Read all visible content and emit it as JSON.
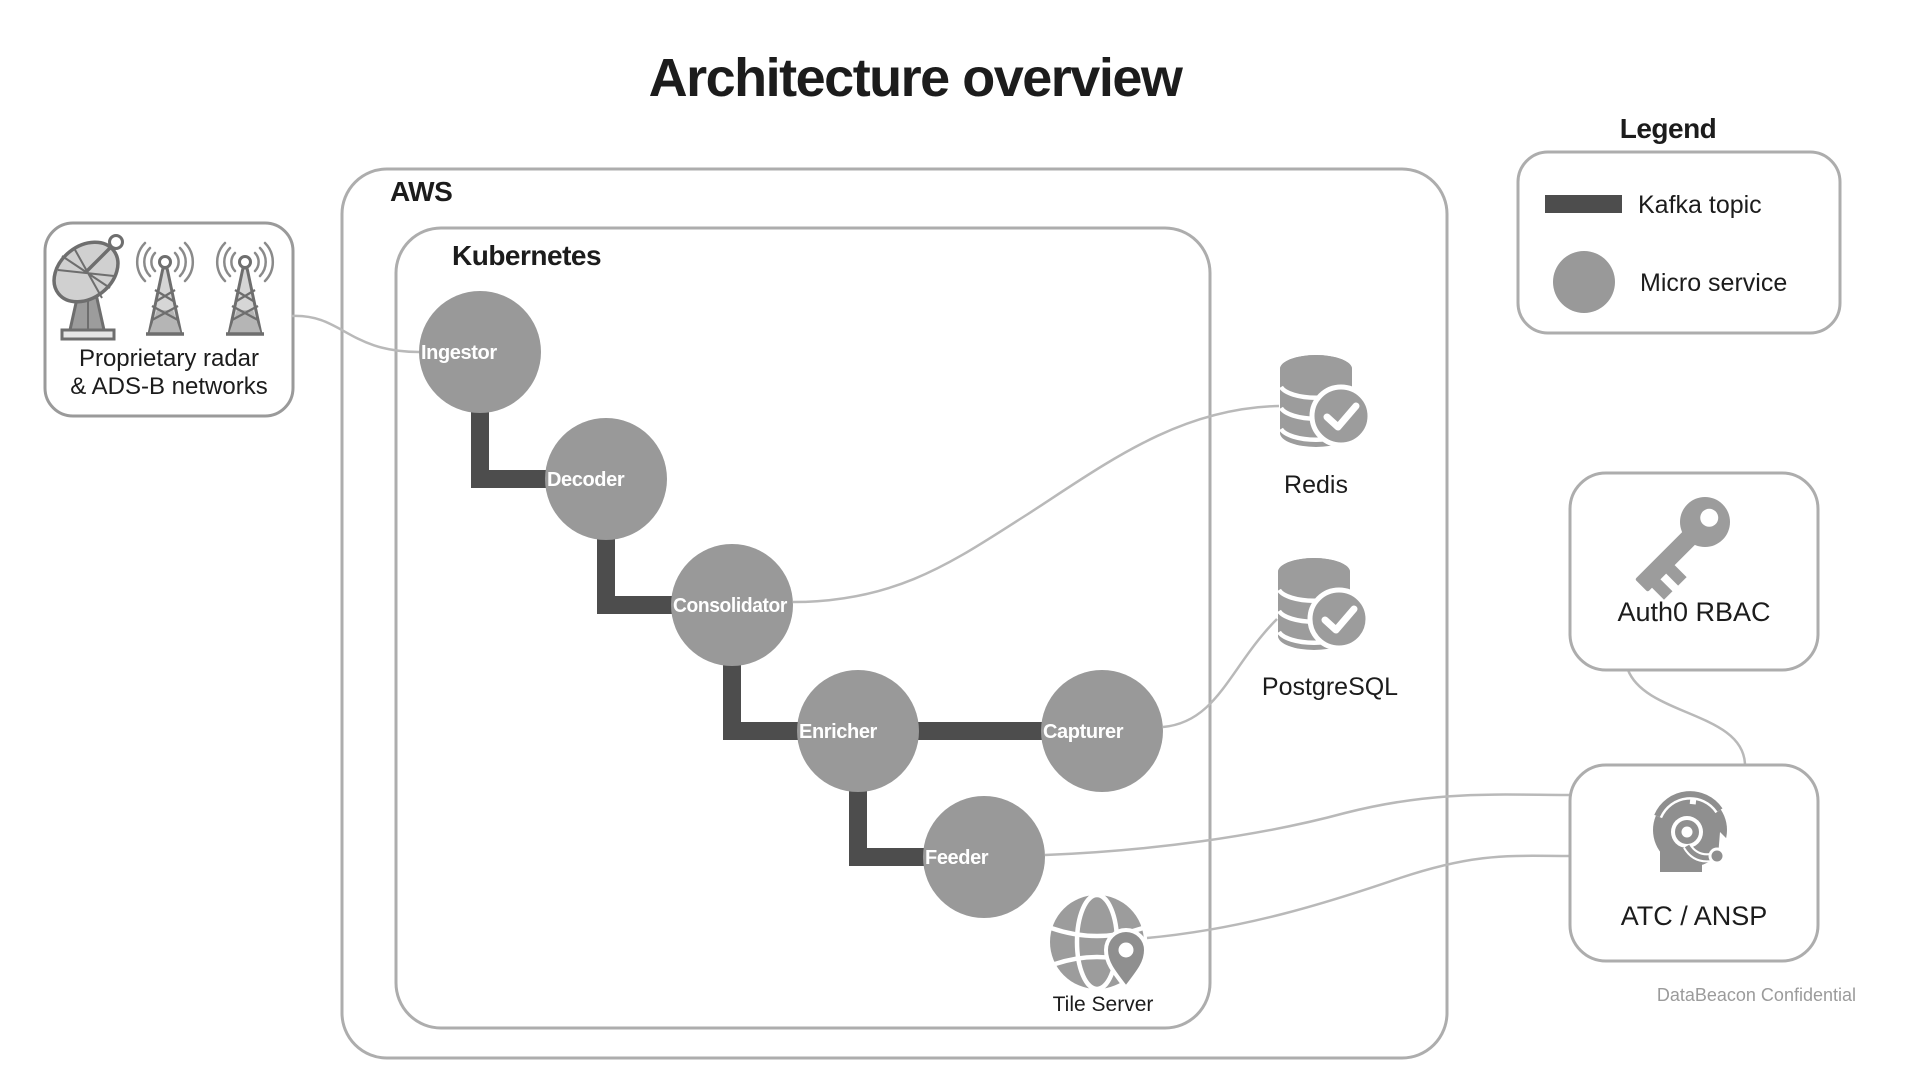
{
  "title": "Architecture overview",
  "external_sources": {
    "label_line1": "Proprietary radar",
    "label_line2": "& ADS-B networks",
    "icons": [
      "satellite-dish-icon",
      "radio-tower-icon",
      "radio-tower-icon"
    ]
  },
  "aws": {
    "label": "AWS"
  },
  "kubernetes": {
    "label": "Kubernetes"
  },
  "services": [
    {
      "label": "Ingestor"
    },
    {
      "label": "Decoder"
    },
    {
      "label": "Consolidator"
    },
    {
      "label": "Enricher"
    },
    {
      "label": "Capturer"
    },
    {
      "label": "Feeder"
    }
  ],
  "tile_server": {
    "label": "Tile Server",
    "icon": "globe-pin-icon"
  },
  "datastores": [
    {
      "label": "Redis",
      "icon": "database-check-icon"
    },
    {
      "label": "PostgreSQL",
      "icon": "database-check-icon"
    }
  ],
  "auth": {
    "label": "Auth0 RBAC",
    "icon": "key-icon"
  },
  "atc": {
    "label": "ATC / ANSP",
    "icon": "headset-agent-icon"
  },
  "legend": {
    "title": "Legend",
    "items": [
      {
        "label": "Kafka topic",
        "symbol": "bar"
      },
      {
        "label": "Micro service",
        "symbol": "circle"
      }
    ]
  },
  "footer": {
    "note": "DataBeacon Confidential"
  },
  "colors": {
    "microservice": "#999999",
    "kafka_topic": "#4d4d4d",
    "box_border": "#adadad",
    "connector": "#b9b9b9",
    "icon_gray": "#9c9c9c",
    "icon_dark": "#8f8f8f",
    "text": "#1c1c1c",
    "muted_text": "#9b9b9b"
  }
}
